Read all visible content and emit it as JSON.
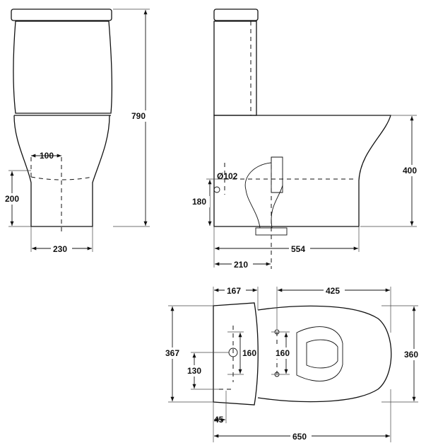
{
  "front_view": {
    "dim_height_total": "790",
    "dim_inlet_offset": "100",
    "dim_outlet_height": "200",
    "dim_base_width": "230"
  },
  "side_view": {
    "dim_pan_height": "400",
    "dim_waste_diameter": "Ø102",
    "dim_waste_height": "180",
    "dim_length": "554",
    "dim_waste_setout": "210"
  },
  "plan_view": {
    "dim_cistern_depth": "167",
    "dim_bowl_length": "425",
    "dim_overall_width_left": "367",
    "dim_fixing_centres_left": "160",
    "dim_fixing_centres_right": "160",
    "dim_overall_width_right": "360",
    "dim_fixing_offset": "130",
    "dim_wall_gap": "45",
    "dim_overall_length": "650"
  }
}
